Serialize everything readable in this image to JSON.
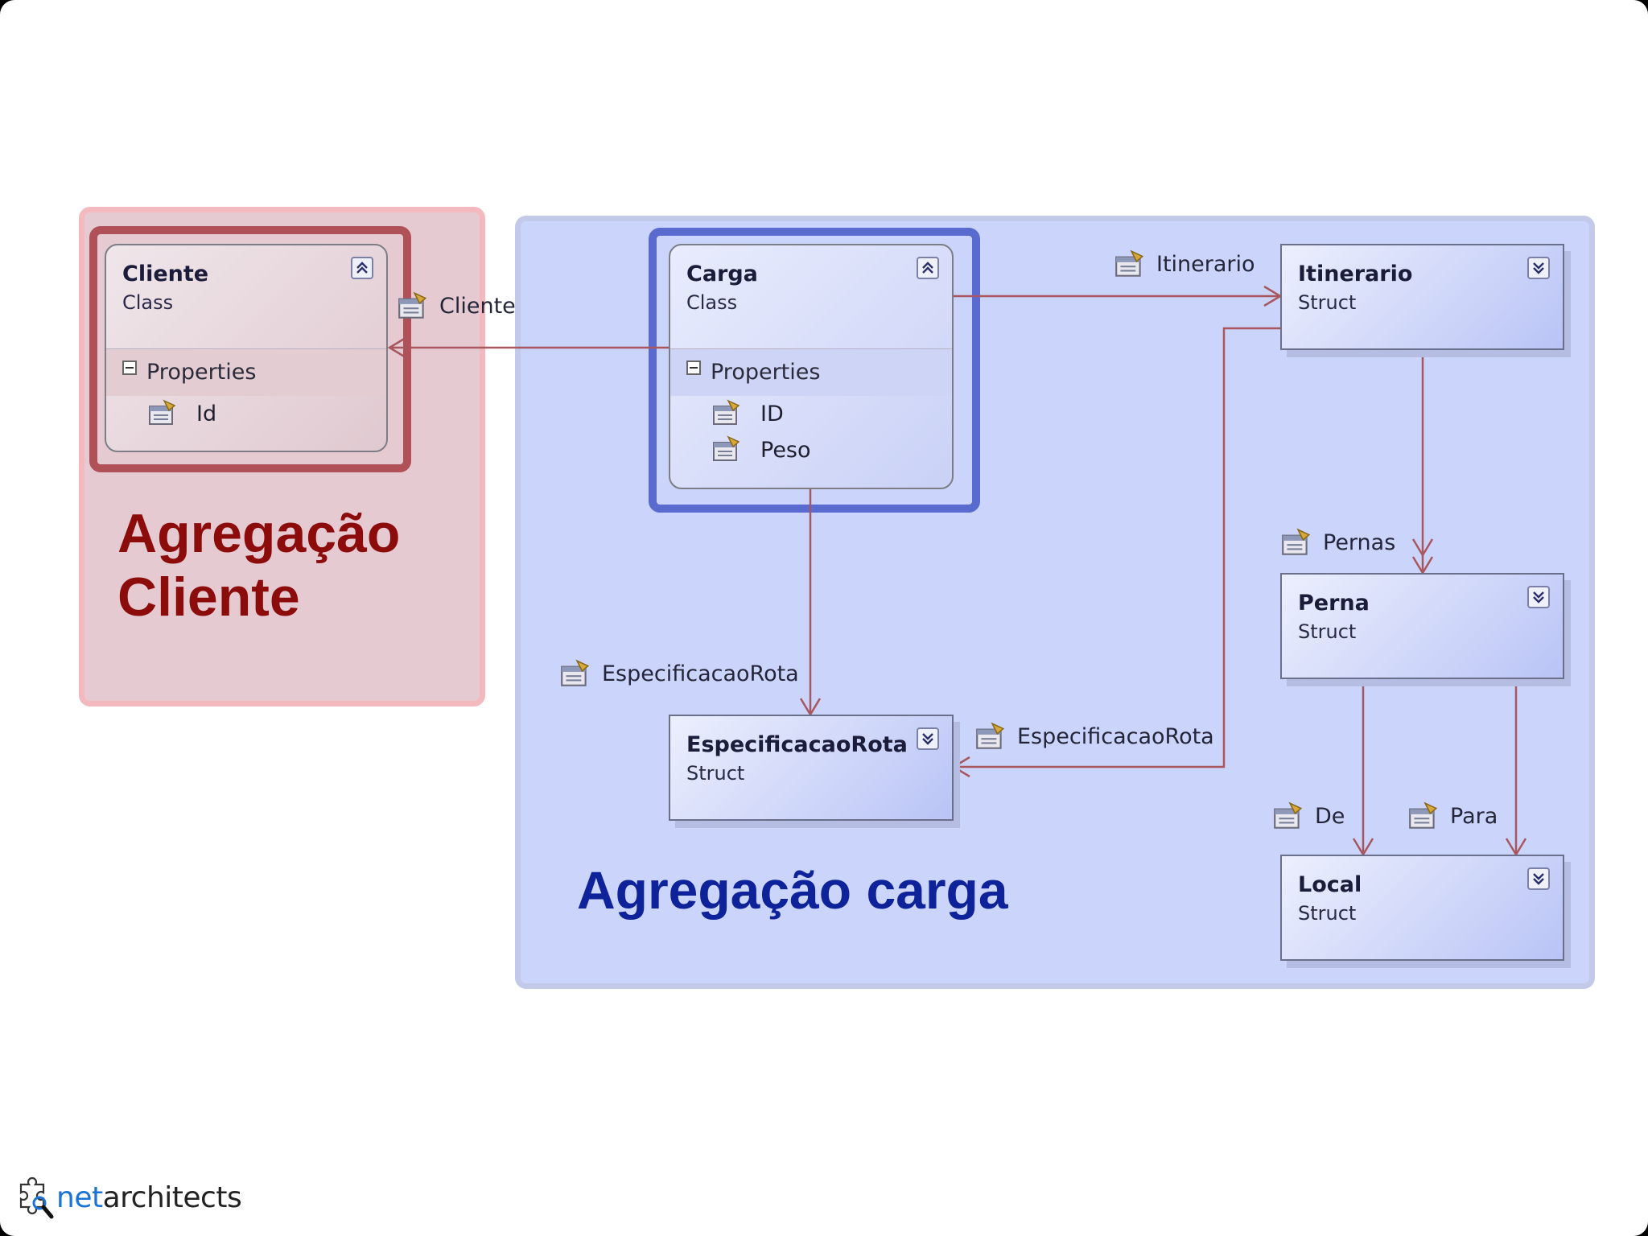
{
  "regions": {
    "cliente_title": "Agregação\nCliente",
    "carga_title": "Agregação carga"
  },
  "shapes": {
    "cliente": {
      "name": "Cliente",
      "kind": "Class",
      "compartment": "Properties",
      "properties": [
        "Id"
      ]
    },
    "carga": {
      "name": "Carga",
      "kind": "Class",
      "compartment": "Properties",
      "properties": [
        "ID",
        "Peso"
      ]
    },
    "itinerario": {
      "name": "Itinerario",
      "kind": "Struct"
    },
    "perna": {
      "name": "Perna",
      "kind": "Struct"
    },
    "local": {
      "name": "Local",
      "kind": "Struct"
    },
    "especificacao_rota": {
      "name": "EspecificacaoRota",
      "kind": "Struct"
    }
  },
  "associations": {
    "carga_cliente": "Cliente",
    "carga_itinerario": "Itinerario",
    "carga_especificacao_rota": "EspecificacaoRota",
    "itinerario_especificacao_rota": "EspecificacaoRota",
    "itinerario_pernas": "Pernas",
    "perna_de": "De",
    "perna_para": "Para"
  },
  "icons": {
    "collapse": "chevron-double-up-icon",
    "expand": "chevron-double-down-icon",
    "property": "property-icon"
  },
  "colors": {
    "cliente_region": "#e5cbd1",
    "carga_region": "#cbd4fb",
    "cliente_title": "#8c0c0c",
    "carga_title": "#0e229a",
    "connector": "#a9575e"
  },
  "logo": {
    "prefix": "net",
    "suffix": "architects"
  }
}
